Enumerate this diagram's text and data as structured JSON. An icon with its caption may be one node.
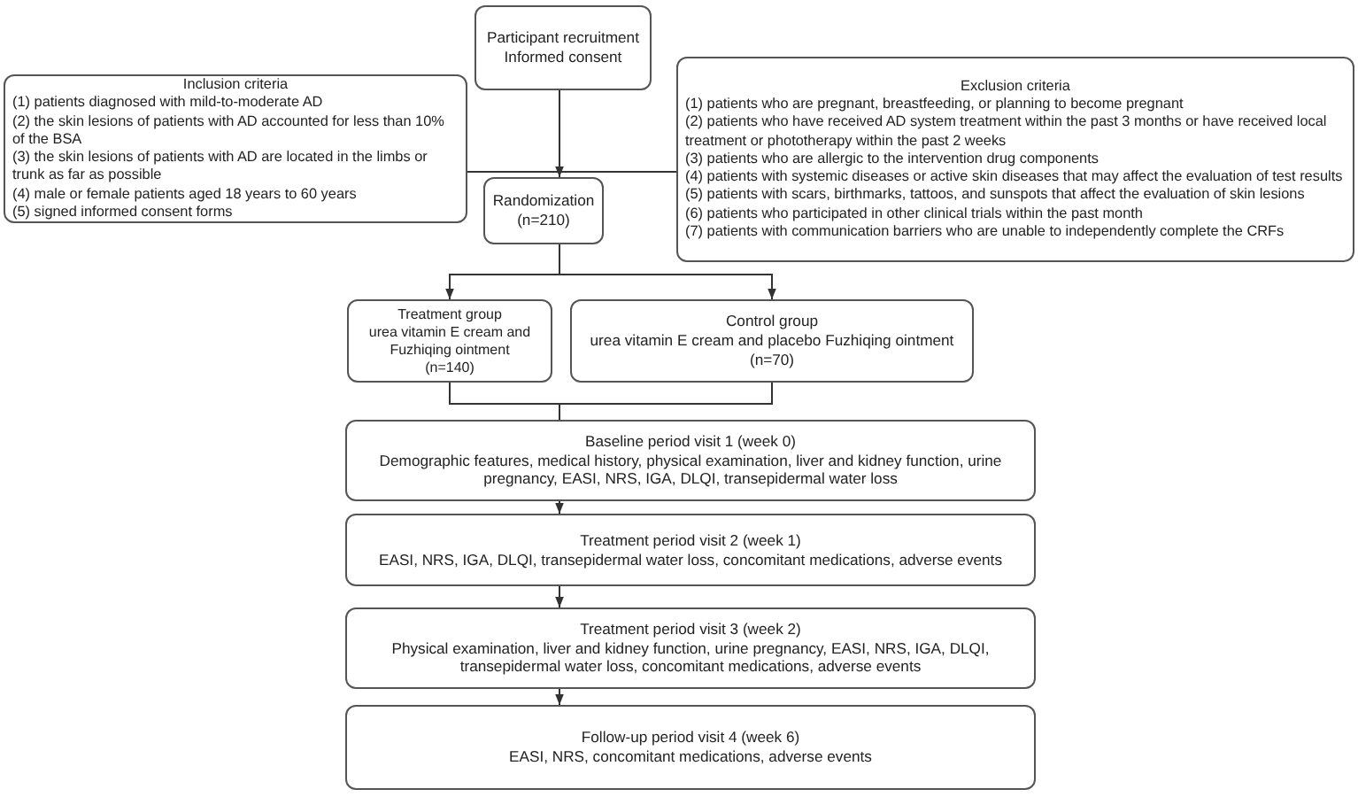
{
  "diagram": {
    "nodes": [
      {
        "text": [
          "Participant recruitment",
          "Informed consent"
        ]
      },
      {
        "text": [
          "Inclusion criteria",
          "(1) patients diagnosed with mild-to-moderate AD",
          "(2) the skin lesions of patients with AD accounted for less than 10% of the BSA",
          "(3) the skin lesions of patients with AD are located in the limbs or trunk as far as possible",
          "(4) male or female patients aged 18 years to 60 years",
          "(5) signed informed consent forms"
        ]
      },
      {
        "text": [
          "Exclusion criteria",
          "(1) patients who are pregnant, breastfeeding, or planning to become pregnant",
          "(2) patients who have received AD system treatment within the past 3 months or have received local treatment or phototherapy within the past 2 weeks",
          "(3) patients who are allergic to the intervention drug components",
          "(4) patients with systemic diseases or active skin diseases that may affect the evaluation of test results",
          "(5) patients with scars, birthmarks, tattoos, and sunspots that affect the evaluation of skin lesions",
          "(6) patients who participated in other clinical trials within the past month",
          "(7) patients with communication barriers who are unable to independently complete the CRFs"
        ]
      },
      {
        "text": [
          "Randomization",
          "(n=210)"
        ]
      },
      {
        "text": [
          "Treatment group",
          "urea vitamin E cream and Fuzhiqing ointment",
          "(n=140)"
        ]
      },
      {
        "text": [
          "Control group",
          "urea vitamin E cream and placebo Fuzhiqing ointment",
          "(n=70)"
        ]
      },
      {
        "text": [
          "Baseline period visit 1 (week 0)",
          "Demographic features, medical history, physical examination, liver and kidney function, urine pregnancy, EASI, NRS, IGA, DLQI, transepidermal water loss"
        ]
      },
      {
        "text": [
          "Treatment period visit 2 (week 1)",
          "EASI, NRS, IGA, DLQI, transepidermal water loss, concomitant medications, adverse events"
        ]
      },
      {
        "text": [
          "Treatment period visit 3 (week 2)",
          "Physical examination, liver and kidney function, urine pregnancy, EASI, NRS, IGA, DLQI, transepidermal water loss, concomitant medications, adverse events"
        ]
      },
      {
        "text": [
          "Follow-up period visit 4 (week 6)",
          "EASI, NRS, concomitant medications, adverse events"
        ]
      }
    ],
    "edges": [
      {
        "from": 0,
        "to": 3,
        "arrow": "to"
      },
      {
        "from": 1,
        "to": 2,
        "arrow": "none"
      },
      {
        "from": 3,
        "to": 4,
        "arrow": "to"
      },
      {
        "from": 3,
        "to": 5,
        "arrow": "to"
      },
      {
        "from": 4,
        "to": 6,
        "arrow": "none"
      },
      {
        "from": 5,
        "to": 6,
        "arrow": "none"
      },
      {
        "from": 6,
        "to": 7,
        "arrow": "to"
      },
      {
        "from": 7,
        "to": 8,
        "arrow": "to"
      },
      {
        "from": 8,
        "to": 9,
        "arrow": "to"
      }
    ]
  }
}
